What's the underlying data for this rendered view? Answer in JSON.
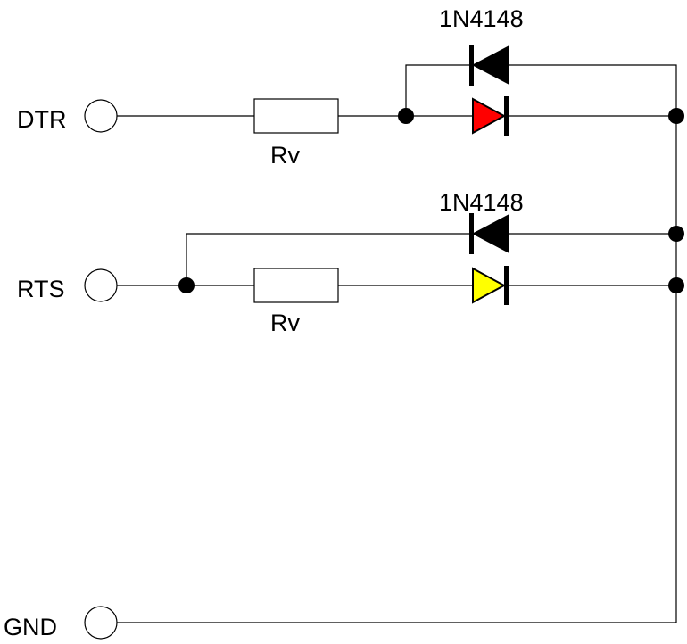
{
  "terminals": {
    "dtr": "DTR",
    "rts": "RTS",
    "gnd": "GND"
  },
  "resistors": {
    "top": "Rv",
    "bottom": "Rv"
  },
  "diodes": {
    "top_part": "1N4148",
    "bottom_part": "1N4148"
  },
  "colors": {
    "led_red": "#ff0000",
    "led_yellow": "#ffff00",
    "diode_black": "#000000",
    "wire": "#000000"
  }
}
